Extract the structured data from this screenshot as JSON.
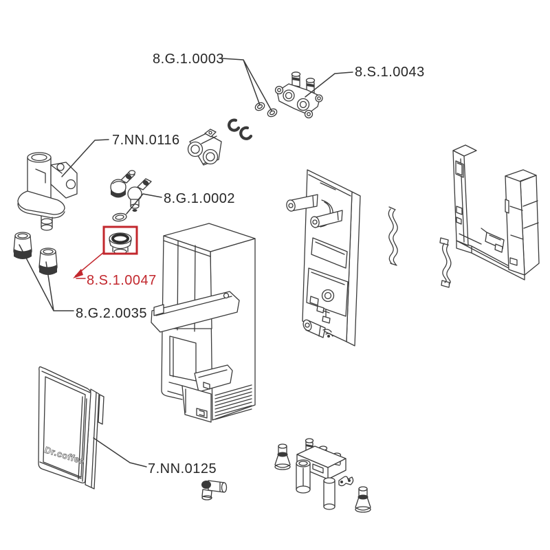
{
  "diagram": {
    "type": "exploded-parts-diagram",
    "colors": {
      "background": "#ffffff",
      "line": "#3a3a3a",
      "label": "#262626",
      "highlight": "#c2272d"
    },
    "logo_text": "Dr.coffee",
    "labels": [
      {
        "part_no": "8.G.1.0003",
        "color": "#262626",
        "highlighted": false
      },
      {
        "part_no": "8.S.1.0043",
        "color": "#262626",
        "highlighted": false
      },
      {
        "part_no": "7.NN.0116",
        "color": "#262626",
        "highlighted": false
      },
      {
        "part_no": "8.G.1.0002",
        "color": "#262626",
        "highlighted": false
      },
      {
        "part_no": "8.S.1.0047",
        "color": "#c2272d",
        "highlighted": true
      },
      {
        "part_no": "8.G.2.0035",
        "color": "#262626",
        "highlighted": false
      },
      {
        "part_no": "7.NN.0125",
        "color": "#262626",
        "highlighted": false
      }
    ]
  }
}
